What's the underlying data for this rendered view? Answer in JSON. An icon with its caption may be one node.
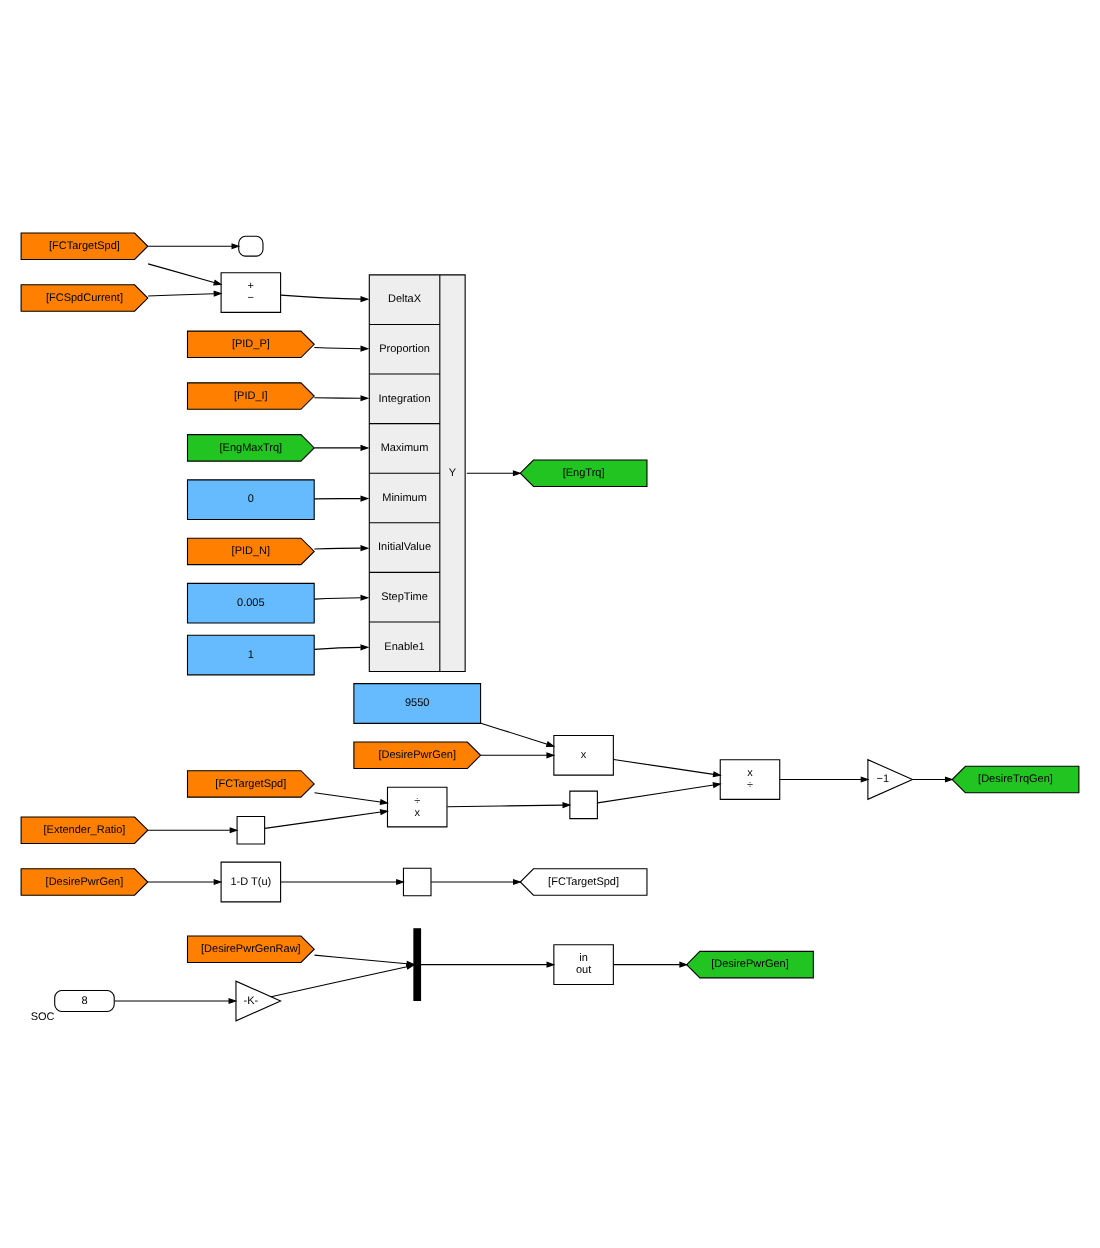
{
  "diagram": {
    "nodes": [
      {
        "text": [
          "[DesirePwrGenRaw]"
        ]
      },
      {
        "text": [
          "8"
        ],
        "beside": [
          "SOC"
        ]
      },
      {
        "text": [
          "-K-"
        ]
      },
      {
        "text": [],
        "shape": "bar"
      },
      {
        "text": [
          "in",
          "out"
        ]
      },
      {
        "text": [
          "[DesirePwrGen]"
        ]
      },
      {
        "text": [
          "[DesirePwrGen]"
        ]
      },
      {
        "text": [
          "1-D T(u)"
        ]
      },
      {
        "text": [],
        "shape": "box"
      },
      {
        "text": [
          "[FCTargetSpd]"
        ]
      },
      {
        "text": [
          "9550"
        ]
      },
      {
        "text": [
          "[DesirePwrGen]"
        ]
      },
      {
        "text": [
          "x"
        ]
      },
      {
        "text": [
          "[Extender_Ratio]"
        ]
      },
      {
        "text": [
          "[FCTargetSpd]"
        ]
      },
      {
        "text": [],
        "shape": "box"
      },
      {
        "text": [
          "÷",
          "x"
        ]
      },
      {
        "text": [],
        "shape": "box"
      },
      {
        "text": [
          "x",
          "÷"
        ]
      },
      {
        "text": [
          "−1"
        ]
      },
      {
        "text": [
          "[DesireTrqGen]"
        ]
      },
      {
        "text": [],
        "shape": "box"
      },
      {
        "text": [
          "[FCTargetSpd]"
        ]
      },
      {
        "text": [
          "[FCSpdCurrent]"
        ]
      },
      {
        "text": [
          "+",
          "−"
        ]
      },
      {
        "text": [
          "[PID_P]"
        ]
      },
      {
        "text": [
          "[PID_I]"
        ]
      },
      {
        "text": [
          "[EngMaxTrq]"
        ]
      },
      {
        "text": [
          "0"
        ]
      },
      {
        "text": [
          "[PID_N]"
        ]
      },
      {
        "text": [
          "0.005"
        ]
      },
      {
        "text": [
          "1"
        ]
      },
      {
        "text": [
          "DeltaX",
          "Proportion",
          "Integration",
          "Maximum",
          "Minimum",
          "InitialValue",
          "StepTime",
          "Enable1",
          "Y"
        ]
      },
      {
        "text": [
          "[EngTrq]"
        ]
      }
    ],
    "edges": [
      {
        "from": 0,
        "to": 3,
        "arrow": "to"
      },
      {
        "from": 1,
        "to": 2,
        "arrow": "to"
      },
      {
        "from": 2,
        "to": 3,
        "arrow": "to"
      },
      {
        "from": 3,
        "to": 4,
        "arrow": "to"
      },
      {
        "from": 4,
        "to": 5,
        "arrow": "to"
      },
      {
        "from": 6,
        "to": 7,
        "arrow": "to"
      },
      {
        "from": 7,
        "to": 8,
        "arrow": "to"
      },
      {
        "from": 8,
        "to": 9,
        "arrow": "to"
      },
      {
        "from": 10,
        "to": 12,
        "arrow": "to"
      },
      {
        "from": 11,
        "to": 12,
        "arrow": "to"
      },
      {
        "from": 13,
        "to": 15,
        "arrow": "to"
      },
      {
        "from": 15,
        "to": 16,
        "arrow": "to"
      },
      {
        "from": 14,
        "to": 16,
        "arrow": "to"
      },
      {
        "from": 16,
        "to": 17,
        "arrow": "to"
      },
      {
        "from": 12,
        "to": 18,
        "arrow": "to"
      },
      {
        "from": 17,
        "to": 18,
        "arrow": "to"
      },
      {
        "from": 18,
        "to": 19,
        "arrow": "to"
      },
      {
        "from": 19,
        "to": 20,
        "arrow": "to"
      },
      {
        "from": 22,
        "to": 21,
        "arrow": "to"
      },
      {
        "from": 22,
        "to": 24,
        "arrow": "to"
      },
      {
        "from": 23,
        "to": 24,
        "arrow": "to"
      },
      {
        "from": 24,
        "to": 32,
        "arrow": "to"
      },
      {
        "from": 25,
        "to": 32,
        "arrow": "to"
      },
      {
        "from": 26,
        "to": 32,
        "arrow": "to"
      },
      {
        "from": 27,
        "to": 32,
        "arrow": "to"
      },
      {
        "from": 28,
        "to": 32,
        "arrow": "to"
      },
      {
        "from": 29,
        "to": 32,
        "arrow": "to"
      },
      {
        "from": 30,
        "to": 32,
        "arrow": "to"
      },
      {
        "from": 31,
        "to": 32,
        "arrow": "to"
      },
      {
        "from": 32,
        "to": 33,
        "arrow": "to"
      }
    ]
  }
}
